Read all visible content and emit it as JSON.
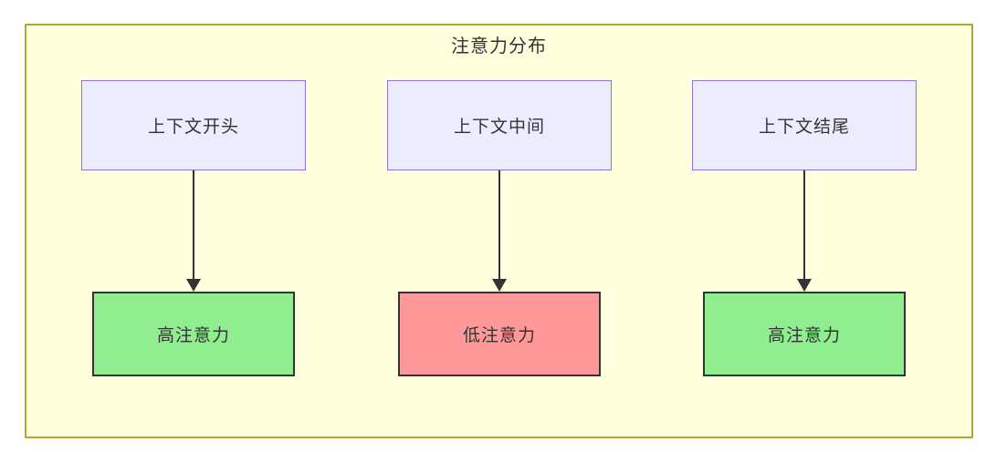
{
  "diagram": {
    "title": "注意力分布",
    "container": {
      "fill": "#ffffde",
      "border": "#aaaa33"
    },
    "text_color": "#333333",
    "arrow_color": "#333333",
    "columns": [
      {
        "top": {
          "label": "上下文开头",
          "fill": "#ECECFF",
          "stroke": "#9370DB"
        },
        "bottom": {
          "label": "高注意力",
          "fill": "#90EE90",
          "stroke": "#333333"
        }
      },
      {
        "top": {
          "label": "上下文中间",
          "fill": "#ECECFF",
          "stroke": "#9370DB"
        },
        "bottom": {
          "label": "低注意力",
          "fill": "#FF9999",
          "stroke": "#333333"
        }
      },
      {
        "top": {
          "label": "上下文结尾",
          "fill": "#ECECFF",
          "stroke": "#9370DB"
        },
        "bottom": {
          "label": "高注意力",
          "fill": "#90EE90",
          "stroke": "#333333"
        }
      }
    ]
  }
}
